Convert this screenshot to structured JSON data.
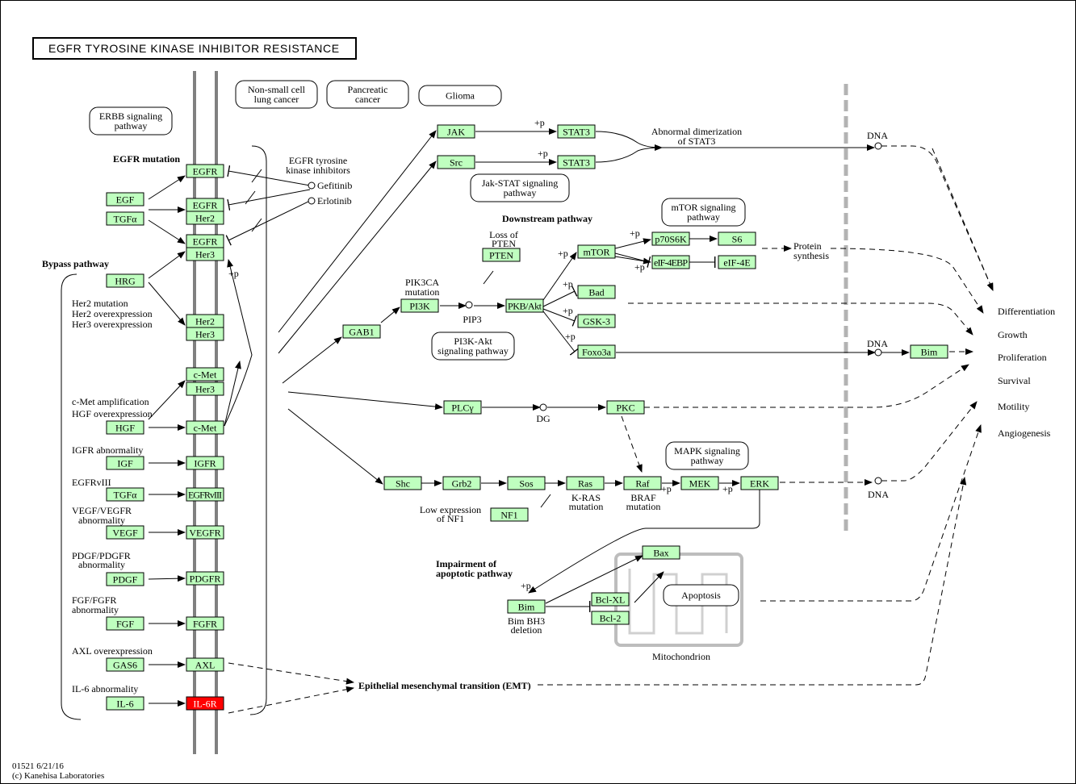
{
  "title": "EGFR TYROSINE KINASE INHIBITOR RESISTANCE",
  "footer": {
    "line1": "01521 6/21/16",
    "line2": "(c) Kanehisa Laboratories"
  },
  "genes": {
    "EGFR_1": "EGFR",
    "EGF": "EGF",
    "TGFa_1": "TGFα",
    "EGFR_2": "EGFR",
    "Her2_1": "Her2",
    "EGFR_3": "EGFR",
    "Her3_1": "Her3",
    "HRG": "HRG",
    "Her2_2": "Her2",
    "Her3_2": "Her3",
    "cMet_1": "c-Met",
    "Her3_3": "Her3",
    "HGF": "HGF",
    "cMet_2": "c-Met",
    "IGF": "IGF",
    "IGFR": "IGFR",
    "TGFa_2": "TGFα",
    "EGFRvIII": "EGFRvIII",
    "VEGF": "VEGF",
    "VEGFR": "VEGFR",
    "PDGF": "PDGF",
    "PDGFR": "PDGFR",
    "FGF": "FGF",
    "FGFR": "FGFR",
    "GAS6": "GAS6",
    "AXL": "AXL",
    "IL6": "IL-6",
    "IL6R": "IL-6R",
    "JAK": "JAK",
    "STAT3_1": "STAT3",
    "Src": "Src",
    "STAT3_2": "STAT3",
    "PTEN": "PTEN",
    "GAB1": "GAB1",
    "PI3K": "PI3K",
    "PKB": "PKB/Akt",
    "mTOR": "mTOR",
    "p70S6K": "p70S6K",
    "S6": "S6",
    "eIF4EBP": "eIF-4EBP",
    "eIF4E": "eIF-4E",
    "Bad": "Bad",
    "GSK3": "GSK-3",
    "Foxo3a": "Foxo3a",
    "Bim_1": "Bim",
    "PLCy": "PLCγ",
    "PKC": "PKC",
    "Shc": "Shc",
    "Grb2": "Grb2",
    "Sos": "Sos",
    "Ras": "Ras",
    "Raf": "Raf",
    "MEK": "MEK",
    "ERK": "ERK",
    "NF1": "NF1",
    "Bax": "Bax",
    "BclXL": "Bcl-XL",
    "Bcl2": "Bcl-2",
    "Bim_2": "Bim"
  },
  "pathways": {
    "erbb": [
      "ERBB signaling",
      "pathway"
    ],
    "nsclc": [
      "Non-small cell",
      "lung cancer"
    ],
    "pancreatic": [
      "Pancreatic",
      "cancer"
    ],
    "glioma": [
      "Glioma"
    ],
    "jakstat": [
      "Jak-STAT signaling",
      "pathway"
    ],
    "mtor": [
      "mTOR signaling",
      "pathway"
    ],
    "pi3kakt": [
      "PI3K-Akt",
      "signaling pathway"
    ],
    "mapk": [
      "MAPK signaling",
      "pathway"
    ],
    "apoptosis": [
      "Apoptosis"
    ]
  },
  "labels": {
    "egfr_mutation": "EGFR mutation",
    "bypass": "Bypass pathway",
    "her_mut1": "Her2 mutation",
    "her_mut2": "Her2 overexpression",
    "her_mut3": "Her3 overexpression",
    "cmet1": "c-Met amplification",
    "cmet2": "HGF overexpression",
    "igfr": "IGFR abnormality",
    "egfrviii": "EGFRvIII",
    "vegf1": "VEGF/VEGFR",
    "vegf2": "abnormality",
    "pdgf1": "PDGF/PDGFR",
    "pdgf2": "abnormality",
    "fgf1": "FGF/FGFR",
    "fgf2": "abnormality",
    "axl": "AXL overexpression",
    "il6": "IL-6 abnormality",
    "tki1": "EGFR tyrosine",
    "tki2": "kinase inhibitors",
    "gefitinib": "Gefitinib",
    "erlotinib": "Erlotinib",
    "stat_dim1": "Abnormal dimerization",
    "stat_dim2": "of STAT3",
    "dna1": "DNA",
    "dna2": "DNA",
    "dna3": "DNA",
    "downstream": "Downstream pathway",
    "pten_loss1": "Loss of",
    "pten_loss2": "PTEN",
    "pik3ca1": "PIK3CA",
    "pik3ca2": "mutation",
    "pip3": "PIP3",
    "protein1": "Protein",
    "protein2": "synthesis",
    "dg": "DG",
    "kras1": "K-RAS",
    "kras2": "mutation",
    "braf1": "BRAF",
    "braf2": "mutation",
    "nf1_1": "Low expression",
    "nf1_2": "of NF1",
    "impair1": "Impairment of",
    "impair2": "apoptotic pathway",
    "bimbh3_1": "Bim BH3",
    "bimbh3_2": "deletion",
    "mito": "Mitochondrion",
    "emt": "Epithelial mesenchymal transition (EMT)",
    "plusp": "+p",
    "out_diff": "Differentiation",
    "out_growth": "Growth",
    "out_prolif": "Proliferation",
    "out_surv": "Survival",
    "out_mot": "Motility",
    "out_angio": "Angiogenesis"
  },
  "colors": {
    "gene_fill": "#bfffbf",
    "highlight": "#ff0000",
    "membrane": "#808080",
    "nucleus": "#b3b3b3"
  }
}
